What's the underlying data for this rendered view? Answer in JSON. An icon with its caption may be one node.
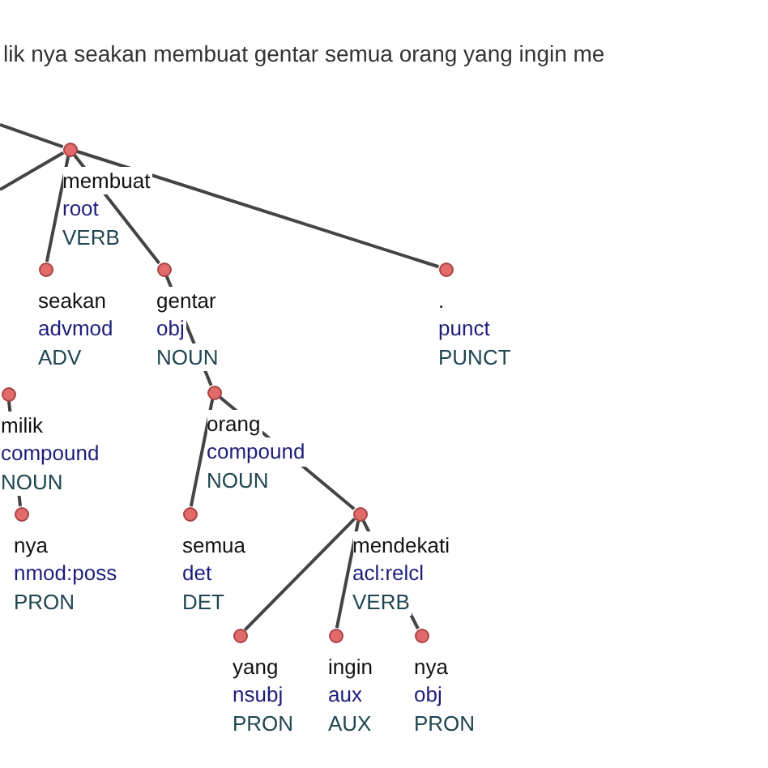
{
  "diagram": {
    "title": "lik nya seakan membuat gentar semua orang yang ingin me",
    "nodes": [
      {
        "text": [
          "membuat",
          "root",
          "VERB"
        ]
      },
      {
        "text": [
          "seakan",
          "advmod",
          "ADV"
        ]
      },
      {
        "text": [
          "gentar",
          "obj",
          "NOUN"
        ]
      },
      {
        "text": [
          ".",
          "punct",
          "PUNCT"
        ]
      },
      {
        "text": [
          "milik",
          "compound",
          "NOUN"
        ]
      },
      {
        "text": [
          "orang",
          "compound",
          "NOUN"
        ]
      },
      {
        "text": [
          "nya",
          "nmod:poss",
          "PRON"
        ]
      },
      {
        "text": [
          "semua",
          "det",
          "DET"
        ]
      },
      {
        "text": [
          "mendekati",
          "acl:relcl",
          "VERB"
        ]
      },
      {
        "text": [
          "yang",
          "nsubj",
          "PRON"
        ]
      },
      {
        "text": [
          "ingin",
          "aux",
          "AUX"
        ]
      },
      {
        "text": [
          "nya",
          "obj",
          "PRON"
        ]
      }
    ],
    "edges": [
      {
        "from": 0,
        "to": 1,
        "arrow": "none"
      },
      {
        "from": 0,
        "to": 2,
        "arrow": "none"
      },
      {
        "from": 0,
        "to": 3,
        "arrow": "none"
      },
      {
        "from": 2,
        "to": 5,
        "arrow": "none"
      },
      {
        "from": 4,
        "to": 6,
        "arrow": "none"
      },
      {
        "from": 5,
        "to": 7,
        "arrow": "none"
      },
      {
        "from": 5,
        "to": 8,
        "arrow": "none"
      },
      {
        "from": 8,
        "to": 9,
        "arrow": "none"
      },
      {
        "from": 8,
        "to": 10,
        "arrow": "none"
      },
      {
        "from": 8,
        "to": 11,
        "arrow": "none"
      },
      {
        "from": 0,
        "to": null,
        "arrow": "none"
      },
      {
        "from": 0,
        "to": null,
        "arrow": "none"
      }
    ]
  }
}
